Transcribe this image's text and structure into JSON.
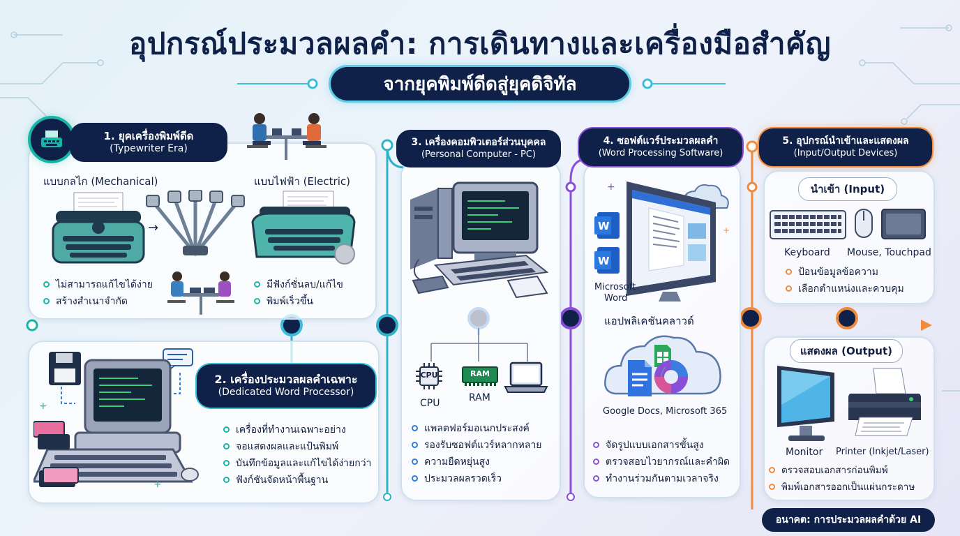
{
  "title": "อุปกรณ์ประมวลผลคำ: การเดินทางและเครื่องมือสำคัญ",
  "subtitle": "จากยุคพิมพ์ดีดสู่ยุคดิจิทัล",
  "colors": {
    "navy": "#0f2148",
    "teal": "#17b5a5",
    "cyan": "#3bbfd9",
    "blue": "#2f7fd6",
    "purple": "#8a4fd8",
    "orange": "#f08a3c"
  },
  "sections": {
    "typewriter": {
      "title": "1. ยุคเครื่องพิมพ์ดีด",
      "subtitle": "(Typewriter Era)",
      "mechanical_label": "แบบกลไก (Mechanical)",
      "electric_label": "แบบไฟฟ้า (Electric)",
      "mech_bullets": [
        "ไม่สามารถแก้ไขได้ง่าย",
        "สร้างสำเนาจำกัด"
      ],
      "elec_bullets": [
        "มีฟังก์ชั่นลบ/แก้ไข",
        "พิมพ์เร็วขึ้น"
      ]
    },
    "dedicated": {
      "title": "2. เครื่องประมวลผลคำเฉพาะ",
      "subtitle": "(Dedicated Word Processor)",
      "bullets": [
        "เครื่องที่ทำงานเฉพาะอย่าง",
        "จอแสดงผลและแป้นพิมพ์",
        "บันทึกข้อมูลและแก้ไขได้ง่ายกว่า",
        "ฟังก์ชันจัดหน้าพื้นฐาน"
      ]
    },
    "pc": {
      "title": "3. เครื่องคอมพิวเตอร์ส่วนบุคคล",
      "subtitle": "(Personal Computer - PC)",
      "cpu_chip": "CPU",
      "cpu_label": "CPU",
      "ram_chip": "RAM",
      "ram_label": "RAM",
      "bullets": [
        "แพลตฟอร์มอเนกประสงค์",
        "รองรับซอฟต์แวร์หลากหลาย",
        "ความยืดหยุ่นสูง",
        "ประมวลผลรวดเร็ว"
      ]
    },
    "software": {
      "title": "4. ซอฟต์แวร์ประมวลผลคำ",
      "subtitle": "(Word Processing Software)",
      "word_label_1": "Microsoft",
      "word_label_2": "Word",
      "cloud_title": "แอปพลิเคชันคลาวด์",
      "cloud_label": "Google Docs, Microsoft 365",
      "bullets": [
        "จัดรูปแบบเอกสารขั้นสูง",
        "ตรวจสอบไวยากรณ์และคำผิด",
        "ทำงานร่วมกันตามเวลาจริง"
      ]
    },
    "io": {
      "title": "5. อุปกรณ์นำเข้าและแสดงผล",
      "subtitle": "(Input/Output Devices)",
      "input_title": "นำเข้า (Input)",
      "keyboard_label": "Keyboard",
      "mouse_label": "Mouse, Touchpad",
      "input_bullets": [
        "ป้อนข้อมูลข้อความ",
        "เลือกตำแหน่งและควบคุม"
      ],
      "output_title": "แสดงผล (Output)",
      "monitor_label": "Monitor",
      "printer_label": "Printer (Inkjet/Laser)",
      "output_bullets": [
        "ตรวจสอบเอกสารก่อนพิมพ์",
        "พิมพ์เอกสารออกเป็นแผ่นกระดาษ"
      ]
    }
  },
  "future": "อนาคต: การประมวลผลคำด้วย AI"
}
